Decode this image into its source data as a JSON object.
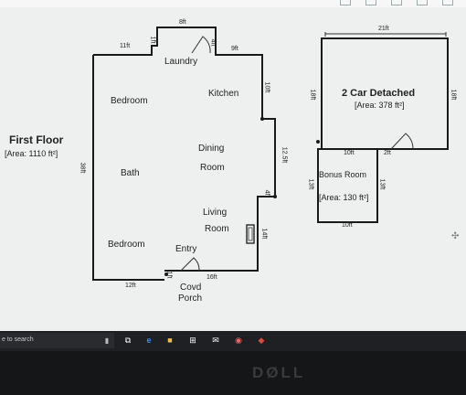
{
  "floor_plan": {
    "title": "First Floor",
    "area": "[Area: 1110 ft²]",
    "garage_title": "2 Car Detached",
    "garage_area": "[Area: 378 ft²]",
    "bonus_title": "Bonus Room",
    "bonus_area": "[Area: 130 ft²]",
    "rooms": {
      "laundry": "Laundry",
      "bedroom1": "Bedroom",
      "kitchen": "Kitchen",
      "dining": "Dining",
      "dining2": "Room",
      "bath": "Bath",
      "living": "Living",
      "living2": "Room",
      "bedroom2": "Bedroom",
      "entry": "Entry",
      "porch": "Covd",
      "porch2": "Porch"
    },
    "dims": {
      "top_8": "8ft",
      "top_11": "11ft",
      "top_4": "4ft",
      "top_9": "9ft",
      "side_1": "1ft",
      "side_38": "38ft",
      "side_10": "10ft",
      "side_12_5": "12.5ft",
      "side_4": "4ft",
      "side_14": "14ft",
      "bottom_12": "12ft",
      "bottom_16": "16ft",
      "small_1": "1ft",
      "g_21": "21ft",
      "g_18_left": "18ft",
      "g_18_right": "18ft",
      "g_10": "10ft",
      "g_2": "2ft",
      "b_13_left": "13ft",
      "b_13_right": "13ft",
      "b_10": "10ft"
    }
  },
  "taskbar": {
    "search_text": "e to search"
  },
  "monitor": {
    "brand": "DØLL"
  }
}
